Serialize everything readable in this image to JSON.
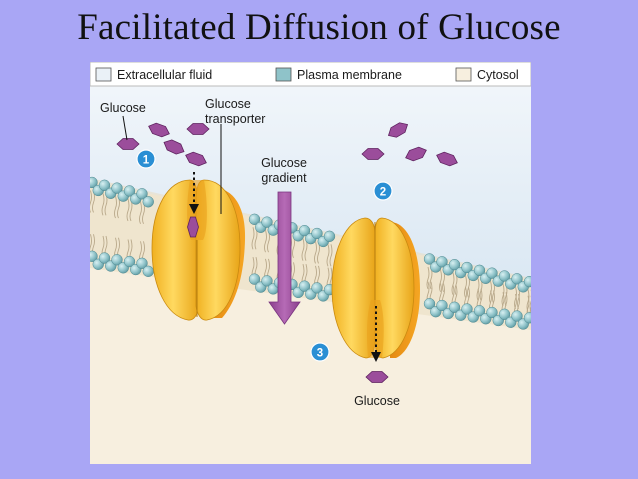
{
  "slide": {
    "title": "Facilitated Diffusion of Glucose"
  },
  "legend": [
    {
      "label": "Extracellular fluid",
      "color": "#eaf1f7"
    },
    {
      "label": "Plasma membrane",
      "color": "#8fc3c9"
    },
    {
      "label": "Cytosol",
      "color": "#f7efdf"
    }
  ],
  "labels": {
    "glucose_top": "Glucose",
    "transporter_line1": "Glucose",
    "transporter_line2": "transporter",
    "gradient_line1": "Glucose",
    "gradient_line2": "gradient",
    "glucose_bottom": "Glucose"
  },
  "steps": [
    "1",
    "2",
    "3"
  ],
  "colors": {
    "slide_background": "#a9a6f5",
    "extracellular": "#eaf1f7",
    "cytosol": "#f7efdf",
    "membrane_head": "#8fc3c9",
    "transporter": "#f2b72a",
    "glucose": "#9b4d9b",
    "step_badge": "#2a8fd4"
  }
}
